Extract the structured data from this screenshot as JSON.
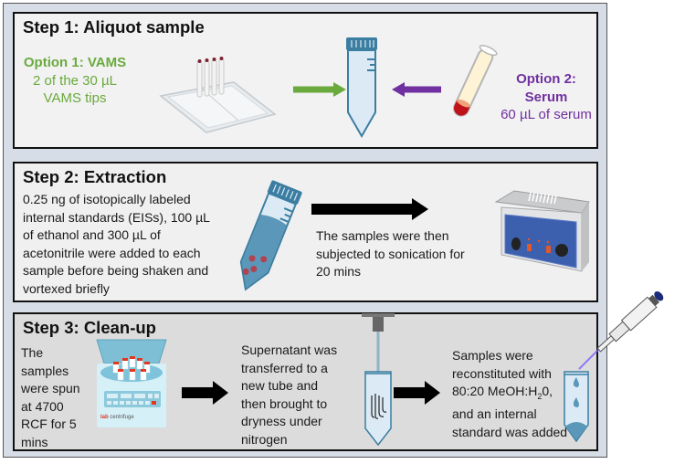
{
  "step1": {
    "title": "Step 1: Aliquot sample",
    "option1": {
      "heading": "Option 1: VAMS",
      "line1": "2 of the 30 µL",
      "line2": "VAMS tips",
      "color": "#6aaa3c"
    },
    "option2": {
      "heading": "Option 2: Serum",
      "line1": "60 µL of serum",
      "color": "#7030a0"
    }
  },
  "step2": {
    "title": "Step 2: Extraction",
    "description": [
      "0.25 ng of isotopically labeled",
      "internal standards (EISs), 100 µL",
      "of ethanol and 300 µL of",
      "acetonitrile were added to each",
      "sample before being shaken and",
      "vortexed briefly"
    ],
    "sonication": [
      "The samples were then",
      "subjected to sonication for",
      "20 mins"
    ]
  },
  "step3": {
    "title": "Step 3: Clean-up",
    "centrifuge_text": [
      "The",
      "samples",
      "were spun",
      "at 4700",
      "RCF for 5",
      "mins"
    ],
    "centrifuge_label_lab": "lab",
    "centrifuge_label_name": "centrifuge",
    "supernatant_text": [
      "Supernatant was",
      "transferred to a",
      "new tube and",
      "then brought to",
      "dryness under",
      "nitrogen"
    ],
    "reconstitute_text": {
      "line1": "Samples were",
      "line2": "reconstituted with",
      "line3_pre": "80:20 MeOH:H",
      "line3_sub": "2",
      "line3_post": "0,",
      "line4": "and an internal",
      "line5": "standard was added"
    }
  },
  "colors": {
    "tube_blue": "#3b7ea1",
    "tube_fill": "#dceaf5",
    "panel_border": "#111111",
    "outer_bg": "#d7dde7"
  }
}
